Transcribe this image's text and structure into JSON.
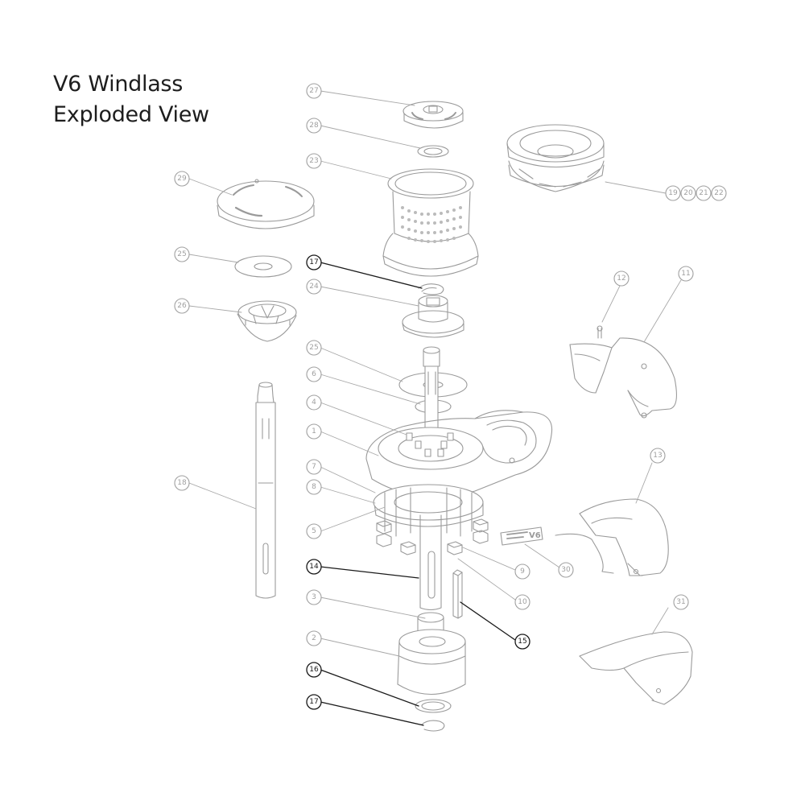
{
  "title": {
    "line1": "V6 Windlass",
    "line2": "Exploded View"
  },
  "colors": {
    "part_outline": "#9a9a9a",
    "leader_faint": "#a8a8a8",
    "callout_faint": "#a0a0a0",
    "callout_bold": "#1a1a1a",
    "title_text": "#1d1d1d"
  },
  "callouts": [
    {
      "label": "27",
      "highlighted": false
    },
    {
      "label": "28",
      "highlighted": false
    },
    {
      "label": "23",
      "highlighted": false
    },
    {
      "label": "29",
      "highlighted": false
    },
    {
      "label": "19",
      "highlighted": false
    },
    {
      "label": "20",
      "highlighted": false
    },
    {
      "label": "21",
      "highlighted": false
    },
    {
      "label": "22",
      "highlighted": false
    },
    {
      "label": "25",
      "highlighted": false
    },
    {
      "label": "17",
      "highlighted": true
    },
    {
      "label": "26",
      "highlighted": false
    },
    {
      "label": "24",
      "highlighted": false
    },
    {
      "label": "12",
      "highlighted": false
    },
    {
      "label": "11",
      "highlighted": false
    },
    {
      "label": "25",
      "highlighted": false
    },
    {
      "label": "6",
      "highlighted": false
    },
    {
      "label": "4",
      "highlighted": false
    },
    {
      "label": "1",
      "highlighted": false
    },
    {
      "label": "18",
      "highlighted": false
    },
    {
      "label": "7",
      "highlighted": false
    },
    {
      "label": "8",
      "highlighted": false
    },
    {
      "label": "5",
      "highlighted": false
    },
    {
      "label": "13",
      "highlighted": false
    },
    {
      "label": "30",
      "highlighted": false
    },
    {
      "label": "9",
      "highlighted": false
    },
    {
      "label": "14",
      "highlighted": true
    },
    {
      "label": "10",
      "highlighted": false
    },
    {
      "label": "3",
      "highlighted": false
    },
    {
      "label": "15",
      "highlighted": true
    },
    {
      "label": "31",
      "highlighted": false
    },
    {
      "label": "2",
      "highlighted": false
    },
    {
      "label": "16",
      "highlighted": true
    },
    {
      "label": "17",
      "highlighted": true
    }
  ]
}
